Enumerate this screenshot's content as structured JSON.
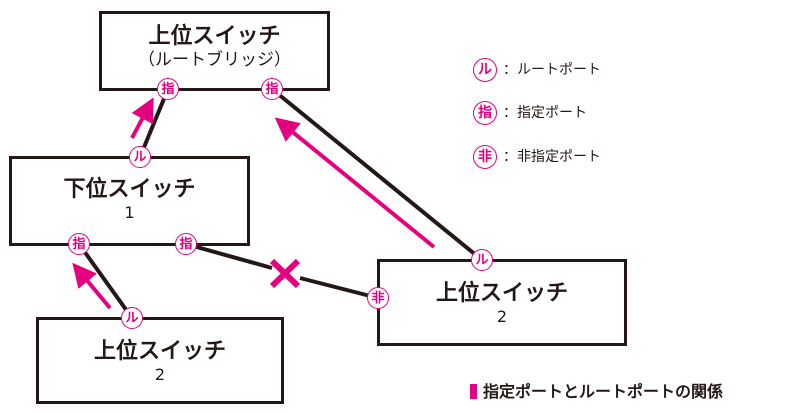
{
  "colors": {
    "accent": "#e4007f",
    "line": "#231815"
  },
  "switches": {
    "root": {
      "title": "上位スイッチ",
      "subtitle": "（ルートブリッジ）"
    },
    "lower1": {
      "title": "下位スイッチ",
      "subtitle": "1"
    },
    "upper2_left": {
      "title": "上位スイッチ",
      "subtitle": "2"
    },
    "upper2_right": {
      "title": "上位スイッチ",
      "subtitle": "2"
    }
  },
  "ports": {
    "root_left": "指",
    "root_right": "指",
    "lower1_top": "ル",
    "lower1_bottom_left": "指",
    "lower1_bottom_right": "指",
    "upper2_left_top": "ル",
    "upper2_right_top": "ル",
    "upper2_right_left": "非"
  },
  "legend": [
    {
      "symbol": "ル",
      "label": "：ルートポート"
    },
    {
      "symbol": "指",
      "label": "：指定ポート"
    },
    {
      "symbol": "非",
      "label": "：非指定ポート"
    }
  ],
  "blocked_marker": "blocked-x-icon",
  "caption": "指定ポートとルートポートの関係"
}
